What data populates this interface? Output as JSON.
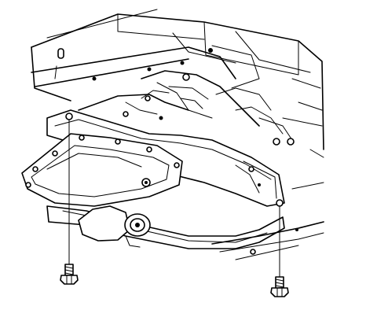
{
  "figure": {
    "subject": "underbody-transmission-crossmember-removal",
    "ink_color": "#000000",
    "background_color": "#ffffff",
    "callouts": [
      {
        "part": "bolt-left",
        "count": 1
      },
      {
        "part": "bolt-right",
        "count": 1
      }
    ]
  }
}
